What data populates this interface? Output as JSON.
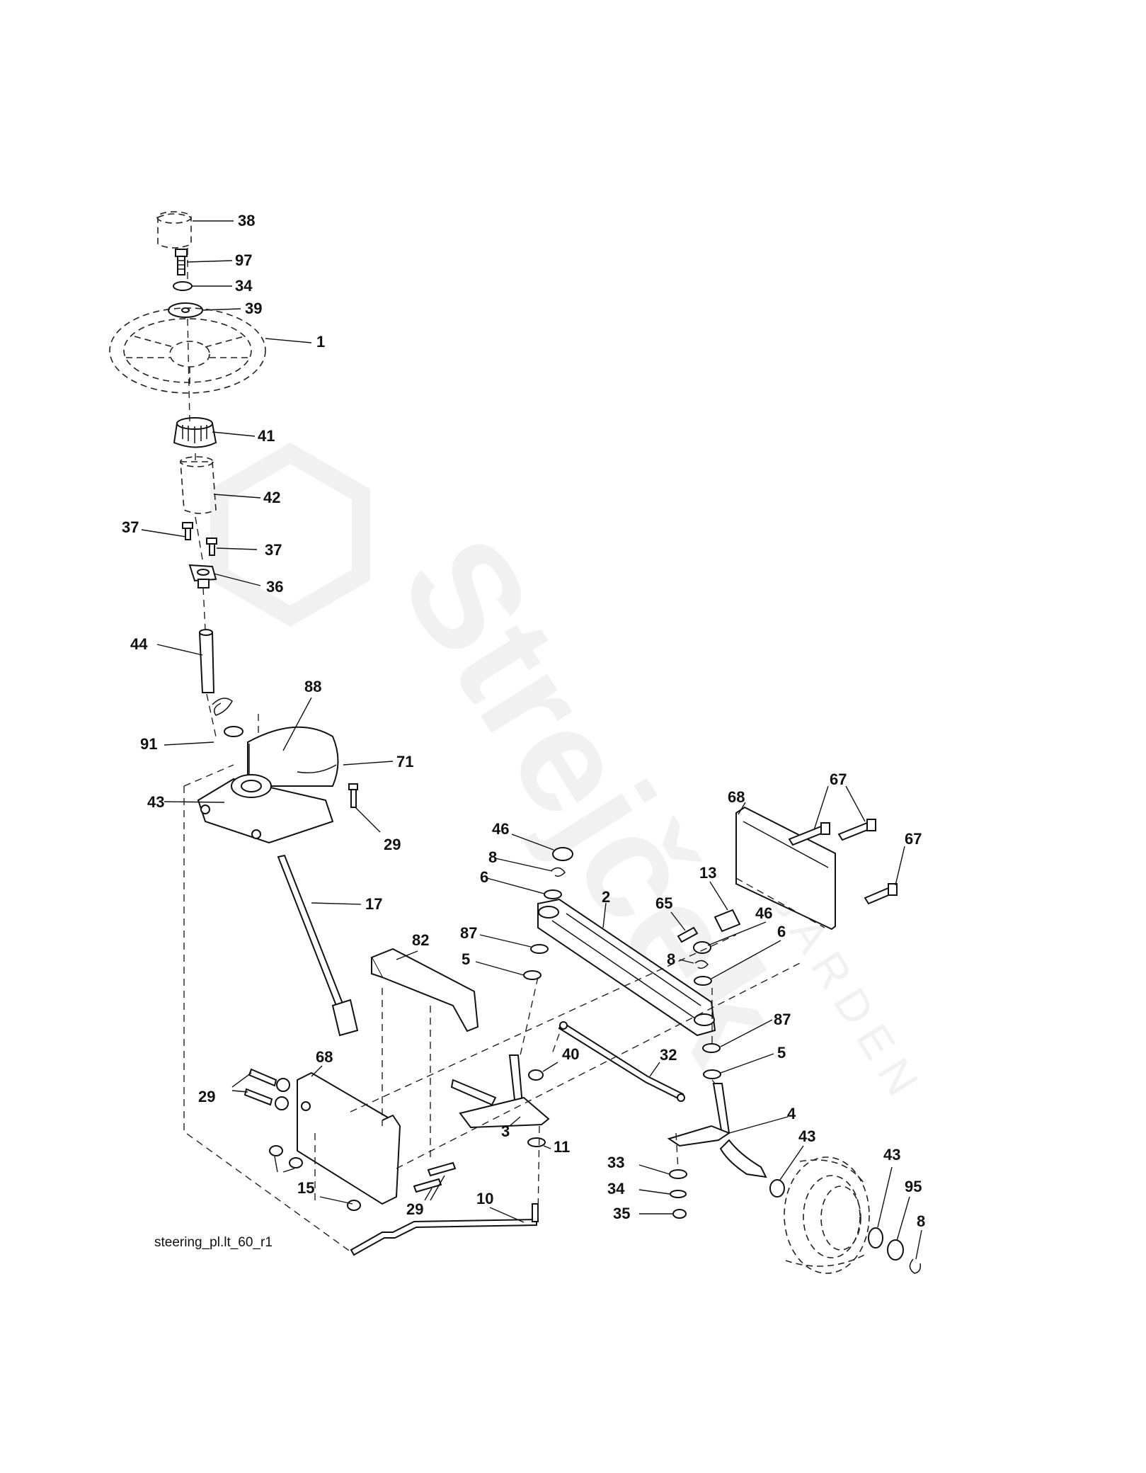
{
  "diagram_id": "steering_pl.lt_60_r1",
  "watermark": {
    "brand": "Strejček",
    "sub": "GARDEN"
  },
  "callouts": {
    "c38": "38",
    "c97": "97",
    "c34a": "34",
    "c39": "39",
    "c1": "1",
    "c41": "41",
    "c42": "42",
    "c37a": "37",
    "c37b": "37",
    "c36": "36",
    "c44": "44",
    "c88": "88",
    "c91": "91",
    "c43a": "43",
    "c71": "71",
    "c29a": "29",
    "c17": "17",
    "c46a": "46",
    "c8a": "8",
    "c6a": "6",
    "c2": "2",
    "c68a": "68",
    "c67a": "67",
    "c67b": "67",
    "c13": "13",
    "c65": "65",
    "c46b": "46",
    "c6b": "6",
    "c8b": "8",
    "c87a": "87",
    "c5a": "5",
    "c82": "82",
    "c87b": "87",
    "c5b": "5",
    "c32": "32",
    "c40": "40",
    "c29b": "29",
    "c68b": "68",
    "c3": "3",
    "c11": "11",
    "c4": "4",
    "c43b": "43",
    "c33": "33",
    "c34b": "34",
    "c35": "35",
    "c43c": "43",
    "c95": "95",
    "c8c": "8",
    "c15": "15",
    "c29c": "29",
    "c10": "10"
  }
}
